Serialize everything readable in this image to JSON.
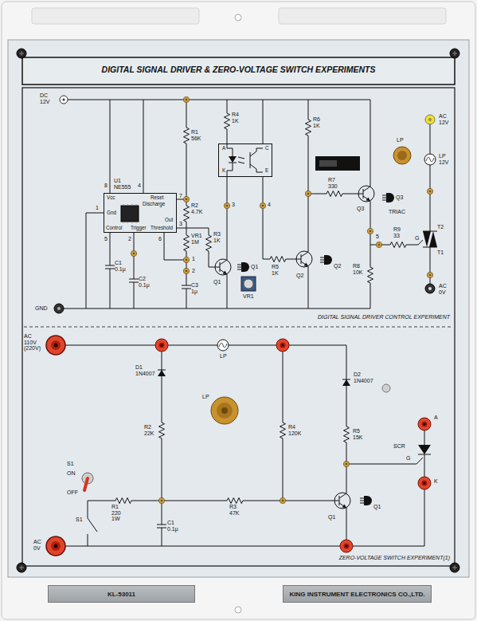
{
  "diagram": {
    "title": "DIGITAL SIGNAL DRIVER & ZERO-VOLTAGE SWITCH EXPERIMENTS",
    "nodes": [
      {
        "text": [
          "U1 NE555",
          "Vcc",
          "Reset",
          "Discharge",
          "Gnd",
          "Out",
          "Control",
          "Trigger",
          "Threshold"
        ]
      },
      {
        "text": [
          "A",
          "C",
          "K",
          "E"
        ]
      },
      {
        "text": [
          "KL-53011"
        ]
      },
      {
        "text": [
          "KING INSTRUMENT ELECTRONICS CO.,LTD."
        ]
      }
    ],
    "labels": [
      "DC 12V",
      "GND",
      "8",
      "4",
      "1",
      "5",
      "2",
      "6",
      "7",
      "3",
      "R1 56K",
      "R2 4.7K",
      "VR1 1M",
      "R3 1K",
      "C1 0.1μ",
      "C2 0.1μ",
      "C3 1μ",
      "1",
      "2",
      "R4 1K",
      "3",
      "4",
      "Q1",
      "Q1",
      "VR1",
      "R5 1K",
      "Q2",
      "Q2",
      "R6 1K",
      "R7 330",
      "Q3",
      "Q3",
      "5",
      "R9 33",
      "R8 10K",
      "LP",
      "LP 12V",
      "AC 12V",
      "TRIAC",
      "T2",
      "G",
      "T1",
      "AC 0V",
      "DIGITAL SIGNAL DRIVER CONTROL EXPERIMENT",
      "AC 110V (220V)",
      "LP",
      "LP",
      "D1 1N4007",
      "R2 22K",
      "R4 120K",
      "D2 1N4007",
      "R5 15K",
      "SCR",
      "A",
      "G",
      "K",
      "S1",
      "ON",
      "OFF",
      "S1",
      "R1 220 1W",
      "C1 0.1μ",
      "R3 47K",
      "Q1",
      "Q1",
      "AC 0V",
      "ZERO-VOLTAGE SWITCH EXPERIMENT(1)"
    ]
  }
}
